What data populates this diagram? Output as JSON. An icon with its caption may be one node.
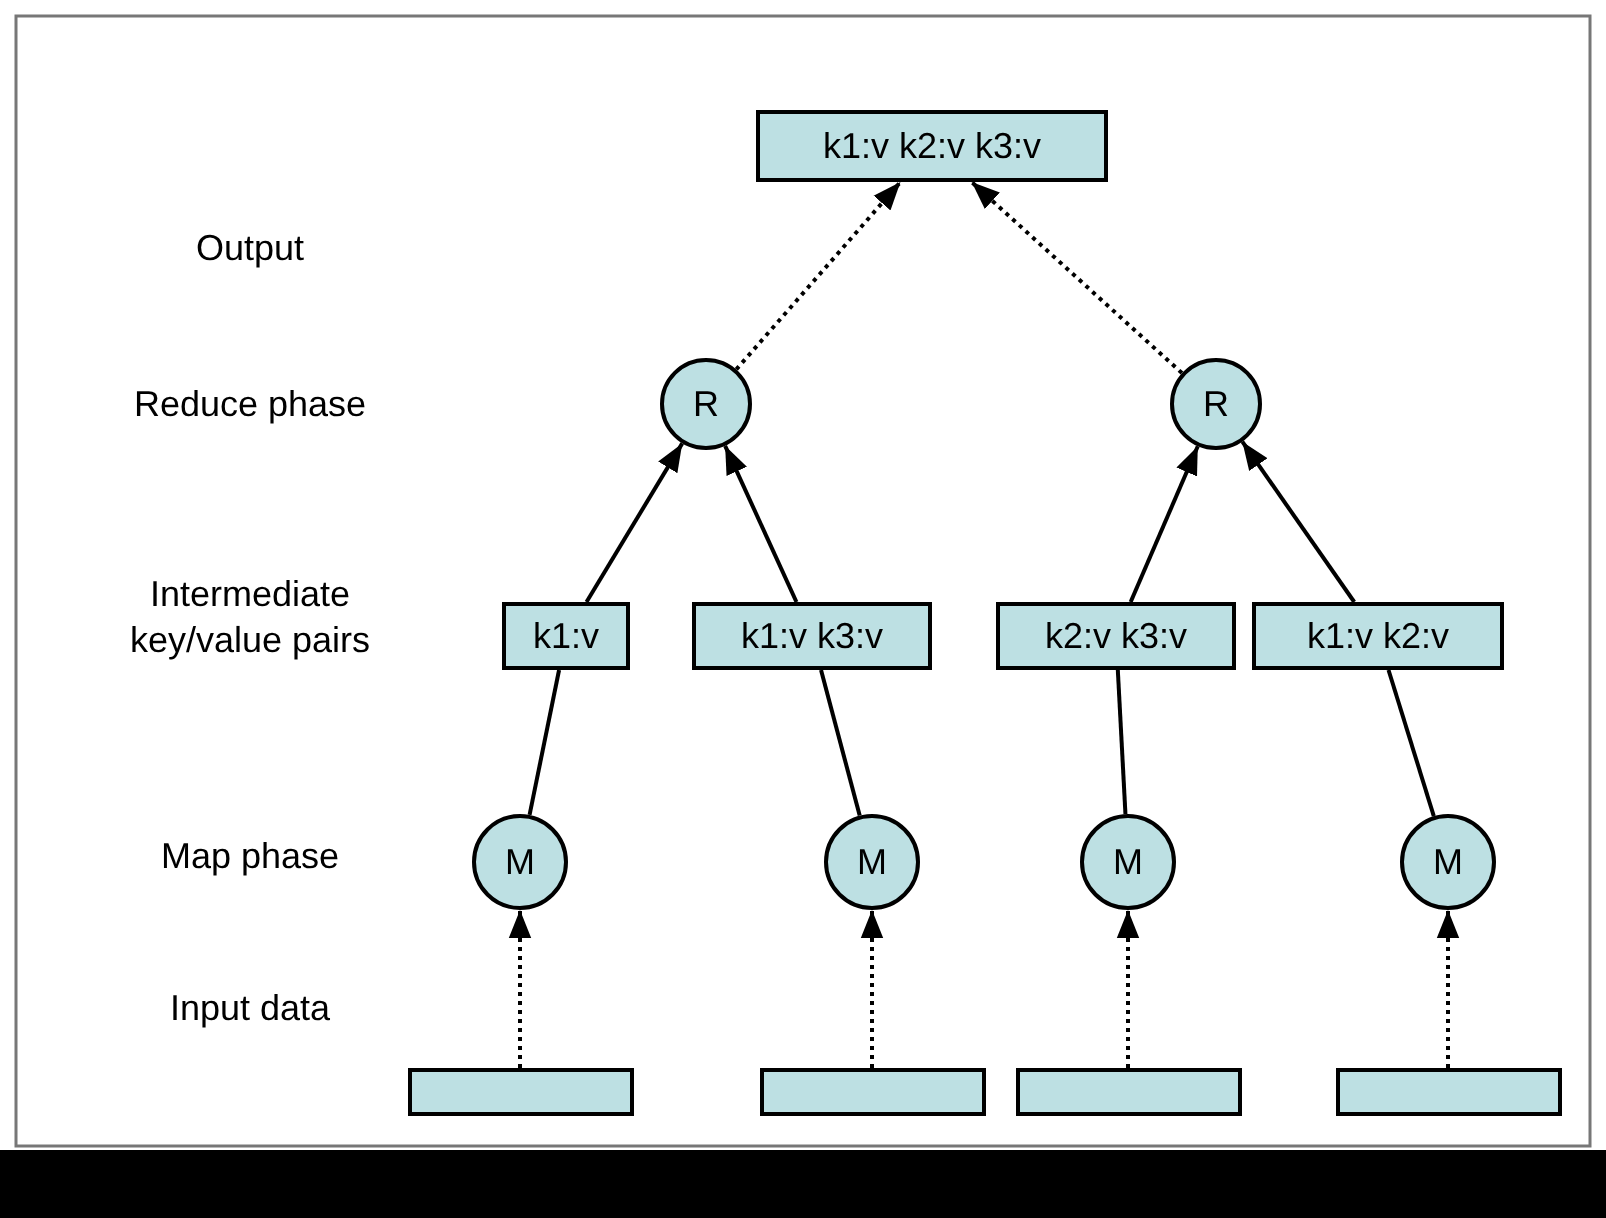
{
  "diagram": {
    "nodes": [
      {
        "text": [
          "k1:v k2:v k3:v"
        ]
      },
      {
        "text": [
          "R"
        ]
      },
      {
        "text": [
          "R"
        ]
      },
      {
        "text": [
          "k1:v"
        ]
      },
      {
        "text": [
          "k1:v k3:v"
        ]
      },
      {
        "text": [
          "k2:v k3:v"
        ]
      },
      {
        "text": [
          "k1:v k2:v"
        ]
      },
      {
        "text": [
          "M"
        ]
      },
      {
        "text": [
          "M"
        ]
      },
      {
        "text": [
          "M"
        ]
      },
      {
        "text": [
          "M"
        ]
      },
      {
        "text": [],
        "shape": "box"
      },
      {
        "text": [],
        "shape": "box"
      },
      {
        "text": [],
        "shape": "box"
      },
      {
        "text": [],
        "shape": "box"
      }
    ],
    "edges": [
      {
        "from": 1,
        "to": 0,
        "arrow": "to",
        "style": "dashed"
      },
      {
        "from": 2,
        "to": 0,
        "arrow": "to",
        "style": "dashed"
      },
      {
        "from": 3,
        "to": 1,
        "arrow": "to"
      },
      {
        "from": 4,
        "to": 1,
        "arrow": "to"
      },
      {
        "from": 5,
        "to": 2,
        "arrow": "to"
      },
      {
        "from": 6,
        "to": 2,
        "arrow": "to"
      },
      {
        "from": 7,
        "to": 3,
        "arrow": "none"
      },
      {
        "from": 8,
        "to": 4,
        "arrow": "none"
      },
      {
        "from": 9,
        "to": 5,
        "arrow": "none"
      },
      {
        "from": 10,
        "to": 6,
        "arrow": "none"
      },
      {
        "from": 11,
        "to": 7,
        "arrow": "to",
        "style": "dashed"
      },
      {
        "from": 12,
        "to": 8,
        "arrow": "to",
        "style": "dashed"
      },
      {
        "from": 13,
        "to": 9,
        "arrow": "to",
        "style": "dashed"
      },
      {
        "from": 14,
        "to": 10,
        "arrow": "to",
        "style": "dashed"
      }
    ],
    "labels": [
      "Output",
      "Reduce phase",
      "Intermediate key/value pairs",
      "Map phase",
      "Input data"
    ]
  }
}
